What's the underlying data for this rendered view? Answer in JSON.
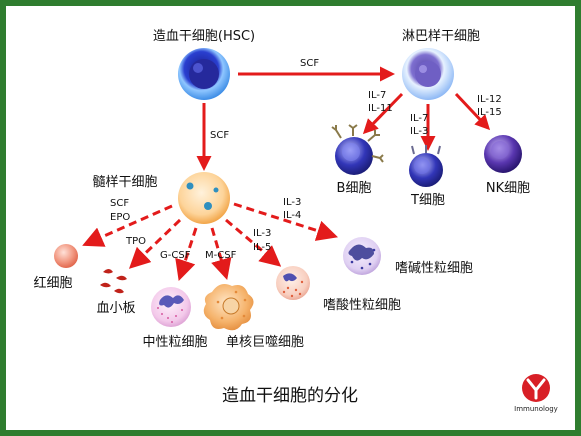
{
  "title": "造血干细胞的分化",
  "logo_text": "Immunology",
  "colors": {
    "frame": "#2f7d2f",
    "arrow": "#e31b1b"
  },
  "nodes": {
    "hsc": "造血干细胞(HSC)",
    "lymphoid": "淋巴样干细胞",
    "myeloid": "髓样干细胞",
    "b_cell": "B细胞",
    "t_cell": "T细胞",
    "nk_cell": "NK细胞",
    "rbc": "红细胞",
    "platelet": "血小板",
    "neutrophil": "中性粒细胞",
    "monocyte": "单核巨噬细胞",
    "basophil": "嗜碱性粒细胞",
    "eosinophil": "嗜酸性粒细胞"
  },
  "factors": {
    "hsc_to_lymphoid": "SCF",
    "hsc_to_myeloid": "SCF",
    "b_1": "IL-7",
    "b_2": "IL-11",
    "t_1": "IL-7",
    "t_2": "IL-3",
    "nk_1": "IL-12",
    "nk_2": "IL-15",
    "rbc_1": "SCF",
    "rbc_2": "EPO",
    "platelet": "TPO",
    "neutrophil": "G-CSF",
    "monocyte": "M-CSF",
    "eos_1": "IL-3",
    "eos_2": "IL-5",
    "baso_1": "IL-3",
    "baso_2": "IL-4"
  }
}
